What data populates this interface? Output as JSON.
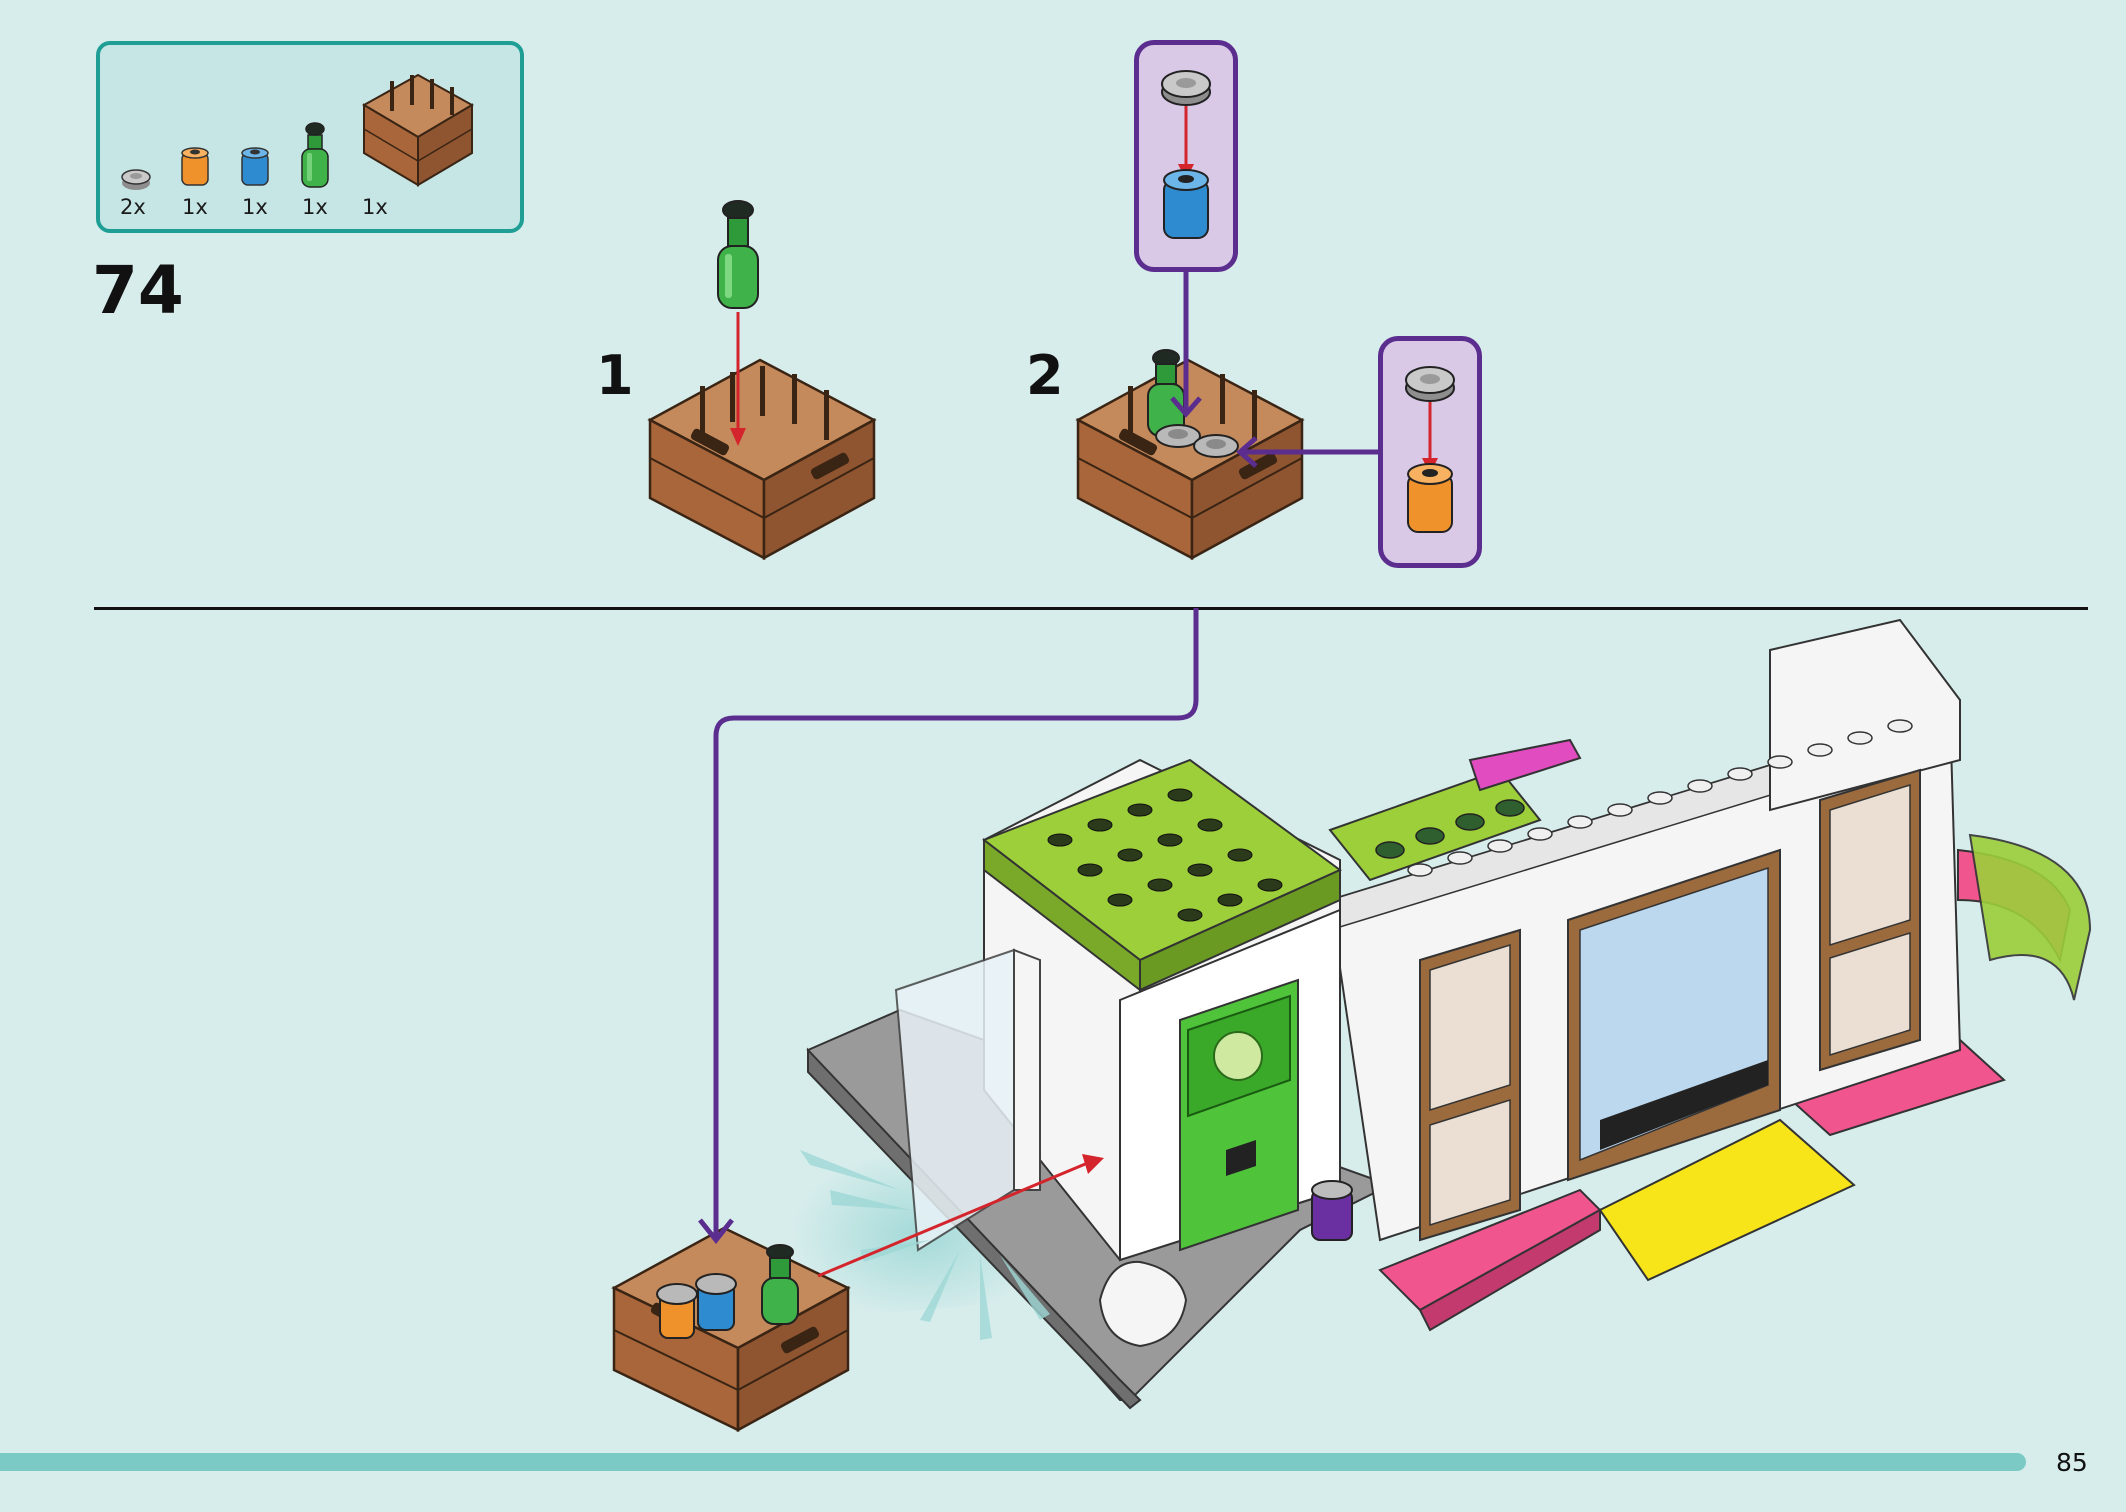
{
  "parts_list": {
    "items": [
      {
        "icon": "round-tile-icon",
        "color": "#b9b9b9",
        "qty": "2x"
      },
      {
        "icon": "round-brick-icon",
        "color": "#f0922b",
        "qty": "1x"
      },
      {
        "icon": "round-brick-icon",
        "color": "#2f8bd0",
        "qty": "1x"
      },
      {
        "icon": "bottle-icon",
        "color": "#3fb24a",
        "qty": "1x"
      },
      {
        "icon": "crate-icon",
        "color": "#a8663a",
        "qty": "1x"
      }
    ]
  },
  "step": {
    "number": "74"
  },
  "substeps": [
    {
      "label": "1"
    },
    {
      "label": "2"
    }
  ],
  "page": {
    "number": "85"
  },
  "colors": {
    "background": "#d7edec",
    "parts_border": "#1e9e94",
    "callout_border": "#5b2d8e",
    "callout_fill": "#d9c9e7",
    "arrow_red": "#d4242c",
    "footer_bar": "#7ccac6",
    "crate_brown": "#a8663a",
    "lime": "#9ccf3a",
    "pink": "#f0558d",
    "yellow": "#f7e51a"
  }
}
